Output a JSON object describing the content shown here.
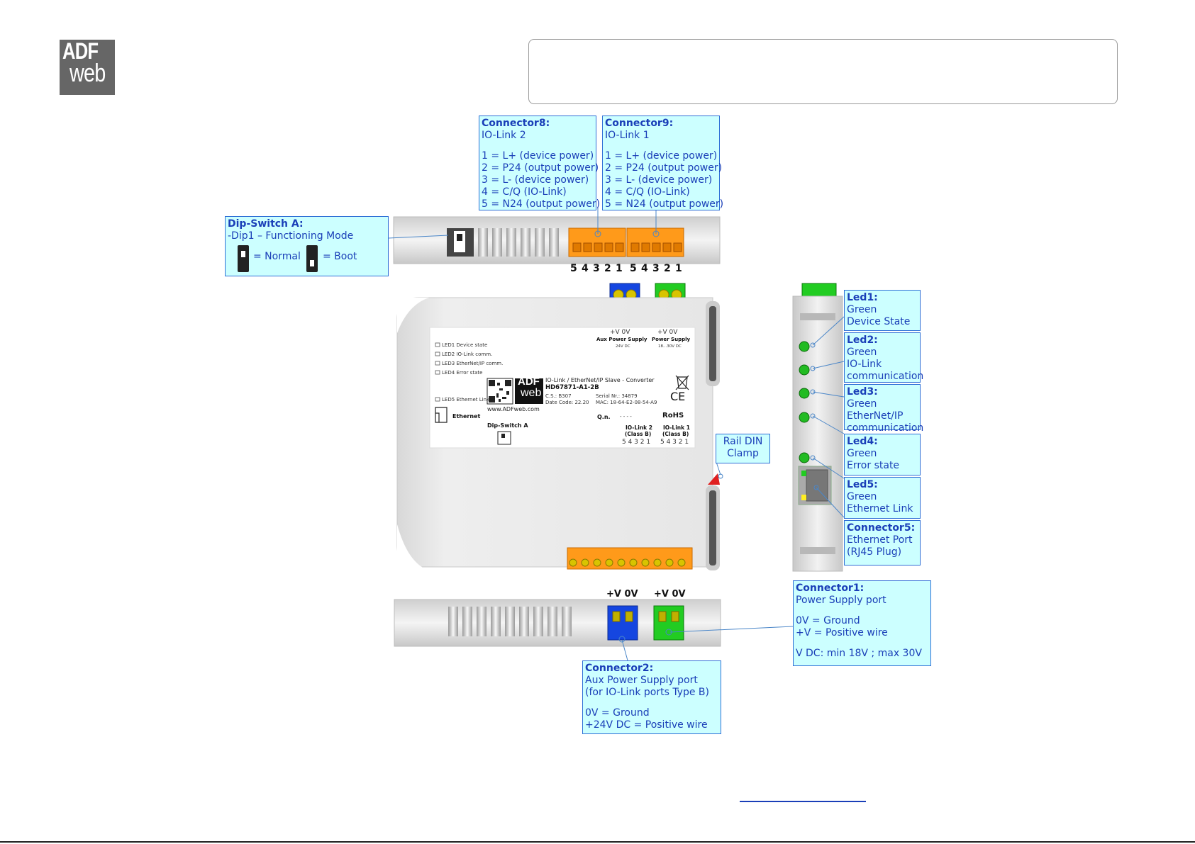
{
  "logo": {
    "top": "ADF",
    "bottom": "web"
  },
  "header_box": {
    "text": ""
  },
  "callouts": {
    "connector8": {
      "title": "Connector8:",
      "lines": [
        "IO-Link 2",
        "",
        "1 = L+ (device power)",
        "2 = P24 (output power)",
        "3 = L- (device power)",
        "4 = C/Q (IO-Link)",
        "5 = N24 (output power)"
      ]
    },
    "connector9": {
      "title": "Connector9:",
      "lines": [
        "IO-Link 1",
        "",
        "1 = L+ (device power)",
        "2 = P24 (output power)",
        "3 = L- (device power)",
        "4 = C/Q (IO-Link)",
        "5 = N24 (output power)"
      ]
    },
    "dipswitch": {
      "title": "Dip-Switch A:",
      "line1": "-Dip1 – Functioning Mode",
      "normal": "= Normal",
      "boot": "= Boot"
    },
    "led1": {
      "title": "Led1:",
      "lines": [
        "Green",
        "Device State"
      ]
    },
    "led2": {
      "title": "Led2:",
      "lines": [
        "Green",
        "IO-Link",
        "communication"
      ]
    },
    "led3": {
      "title": "Led3:",
      "lines": [
        "Green",
        "EtherNet/IP",
        "communication"
      ]
    },
    "led4": {
      "title": "Led4:",
      "lines": [
        "Green",
        "Error state"
      ]
    },
    "led5": {
      "title": "Led5:",
      "lines": [
        "Green",
        "Ethernet Link"
      ]
    },
    "connector5": {
      "title": "Connector5:",
      "lines": [
        "Ethernet Port",
        "(RJ45 Plug)"
      ]
    },
    "rail": {
      "lines": [
        "Rail DIN",
        "Clamp"
      ]
    },
    "connector1": {
      "title": "Connector1:",
      "lines": [
        "Power Supply port",
        "",
        "0V = Ground",
        "+V = Positive wire",
        "",
        "V DC: min 18V ; max 30V"
      ]
    },
    "connector2": {
      "title": "Connector2:",
      "lines": [
        "Aux Power Supply port",
        "(for IO-Link ports Type B)",
        "",
        "0V = Ground",
        "+24V DC = Positive wire"
      ]
    }
  },
  "top_pins": [
    "5",
    "4",
    "3",
    "2",
    "1",
    "5",
    "4",
    "3",
    "2",
    "1"
  ],
  "power_labels": {
    "left": "+V 0V",
    "right": "+V 0V"
  },
  "device_label": {
    "leds": [
      "LED1 Device state",
      "LED2 IO-Link comm.",
      "LED3 EtherNet/IP comm.",
      "LED4 Error state",
      "LED5 Ethernet Link"
    ],
    "ethernet": "Ethernet",
    "product": "IO-Link / EtherNet/IP Slave - Converter",
    "code": "HD67871-A1-2B",
    "cs": "C.S.: B307",
    "date": "Date Code: 22.20",
    "serial": "Serial Nr.: 34879",
    "mac": "MAC: 18-64-E2-08-54-A9",
    "website": "www.ADFweb.com",
    "dipswitch": "Dip-Switch A",
    "qn": "Q.n.",
    "qn_value": "- - - -",
    "rohs": "RoHS",
    "ce": "CE",
    "aux_top": "+V  0V",
    "aux_name": "Aux Power Supply",
    "aux_v": "24V DC",
    "ps_top": "+V  0V",
    "ps_name": "Power Supply",
    "ps_v": "18...30V DC",
    "io2_name": "IO-Link 2",
    "io2_class": "(Class B)",
    "io1_name": "IO-Link 1",
    "io1_class": "(Class B)",
    "io_pins": "5 4 3 2 1",
    "logo_top": "ADF",
    "logo_bottom": "web"
  },
  "colors": {
    "callout_bg": "#ccffff",
    "callout_border": "#2f6fd6",
    "callout_text": "#1a3fb8",
    "orange": "#ff9a1a",
    "green": "#22cc22",
    "blue": "#1546e0",
    "logo_grey": "#666666"
  }
}
